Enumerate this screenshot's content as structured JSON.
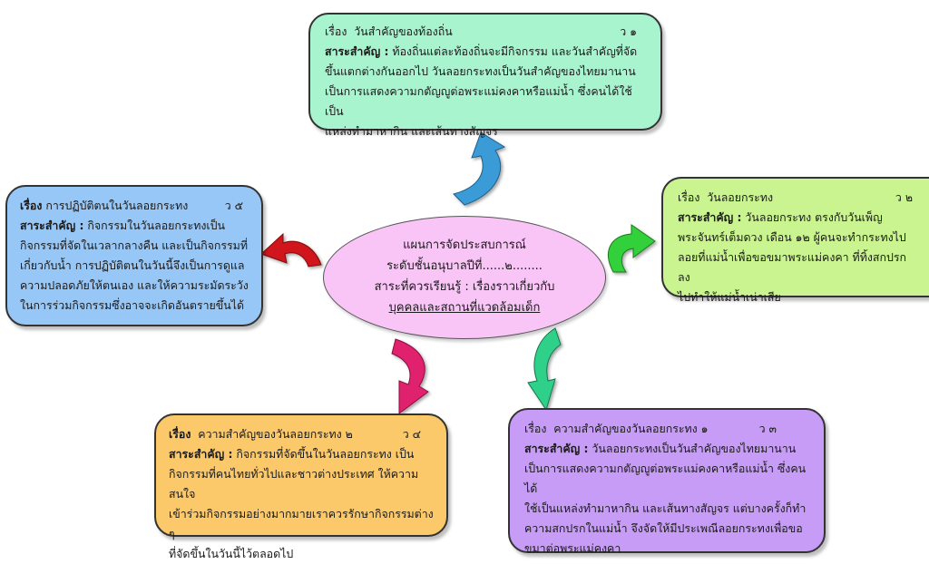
{
  "center": {
    "line1": "แผนการจัดประสบการณ์",
    "line2": "ระดับชั้นอนุบาลปีที่......๒........",
    "line3": "สาระที่ควรเรียนรู้ : เรื่องราวเกี่ยวกับ",
    "line4": "บุคคลและสถานที่แวดล้อมเด็ก"
  },
  "boxes": {
    "b1": {
      "title_label": "เรื่อง",
      "title": "วันสำคัญของท้องถิ่น",
      "code": "ว ๑",
      "key_label": "สาระสำคัญ :",
      "lines": [
        "ท้องถิ่นแต่ละท้องถิ่นจะมีกิจกรรม และวันสำคัญที่จัด",
        "ขึ้นแตกต่างกันออกไป วันลอยกระทงเป็นวันสำคัญของไทยมานาน",
        "เป็นการแสดงความกตัญญูต่อพระแม่คงคาหรือแม่น้ำ ซึ่งคนได้ใช้เป็น",
        "แหล่งทำมาหากิน และเส้นทางสัญจร"
      ],
      "color": "#a8f4cf"
    },
    "b2": {
      "title_label": "เรื่อง",
      "title": "วันลอยกระทง",
      "code": "ว ๒",
      "key_label": "สาระสำคัญ :",
      "lines": [
        "วันลอยกระทง ตรงกับวันเพ็ญ",
        "พระจันทร์เต็มดวง เดือน ๑๒ ผู้คนจะทำกระทงไป",
        "ลอยที่แม่น้ำเพื่อขอขมาพระแม่คงคา ที่ทิ้งสกปรกลง",
        "ไปทำให้แม่น้ำเน่าเสีย"
      ],
      "color": "#c9f48f"
    },
    "b3": {
      "title_label": "เรื่อง",
      "title": "ความสำคัญของวันลอยกระทง ๑",
      "code": "ว ๓",
      "key_label": "สาระสำคัญ :",
      "lines": [
        "วันลอยกระทงเป็นวันสำคัญของไทยมานาน",
        "เป็นการแสดงความกตัญญูต่อพระแม่คงคาหรือแม่น้ำ ซึ่งคนได้",
        "ใช้เป็นแหล่งทำมาหากิน และเส้นทางสัญจร แต่บางครั้งก็ทำ",
        "ความสกปรกในแม่น้ำ จึงจัดให้มีประเพณีลอยกระทงเพื่อขอ",
        "ขมาต่อพระแม่คงคา"
      ],
      "color": "#c79cf6"
    },
    "b4": {
      "title_label": "เรื่อง",
      "title": "ความสำคัญของวันลอยกระทง ๒",
      "code": "ว ๔",
      "key_label": "สาระสำคัญ :",
      "lines": [
        "กิจกรรมที่จัดขึ้นในวันลอยกระทง เป็น",
        "กิจกรรมที่คนไทยทั่วไปและชาวต่างประเทศ ให้ความสนใจ",
        "เข้าร่วมกิจกรรมอย่างมากมายเราควรรักษากิจกรรมต่าง ๆ",
        "ที่จัดขึ้นในวันนี้ไว้ตลอดไป"
      ],
      "color": "#fbc86a"
    },
    "b5": {
      "title_label": "เรื่อง",
      "title": "การปฏิบัติตนในวันลอยกระทง",
      "code": "ว ๕",
      "key_label": "สาระสำคัญ :",
      "lines": [
        "กิจกรรมในวันลอยกระทงเป็น",
        "กิจกรรมที่จัดในเวลากลางคืน และเป็นกิจกรรมที่",
        "เกี่ยวกับน้ำ การปฏิบัติตนในวันนี้จึงเป็นการดูแล",
        "ความปลอดภัยให้ตนเอง และให้ความระมัดระวัง",
        "ในการร่วมกิจกรรมซึ่งอาจจะเกิดอันตรายขึ้นได้"
      ],
      "color": "#97c7f7"
    }
  },
  "arrows": {
    "blue": "#3a9bd6",
    "green": "#33d13a",
    "teal": "#2fd08a",
    "pink": "#e0226e",
    "red": "#d0141a"
  }
}
